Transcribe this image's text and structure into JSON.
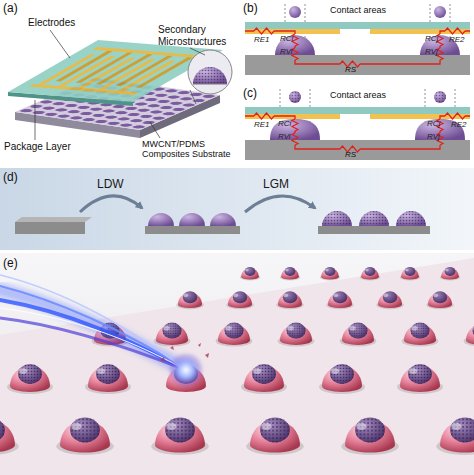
{
  "diagram": {
    "labels": [
      "(a)",
      "Electrodes",
      "Secondary Microstructures",
      "Package Layer",
      "MWCNT/PDMS Composites Substrate",
      "(b)",
      "Contact areas",
      "RE1",
      "RCi",
      "RVi",
      "RS",
      "RCj",
      "RVj",
      "RE2",
      "(c)",
      "Contact areas",
      "RE1",
      "RCi",
      "RVi",
      "RS",
      "RCj",
      "RVj",
      "RE2",
      "(d)",
      "LDW",
      "LGM",
      "(e)"
    ]
  }
}
